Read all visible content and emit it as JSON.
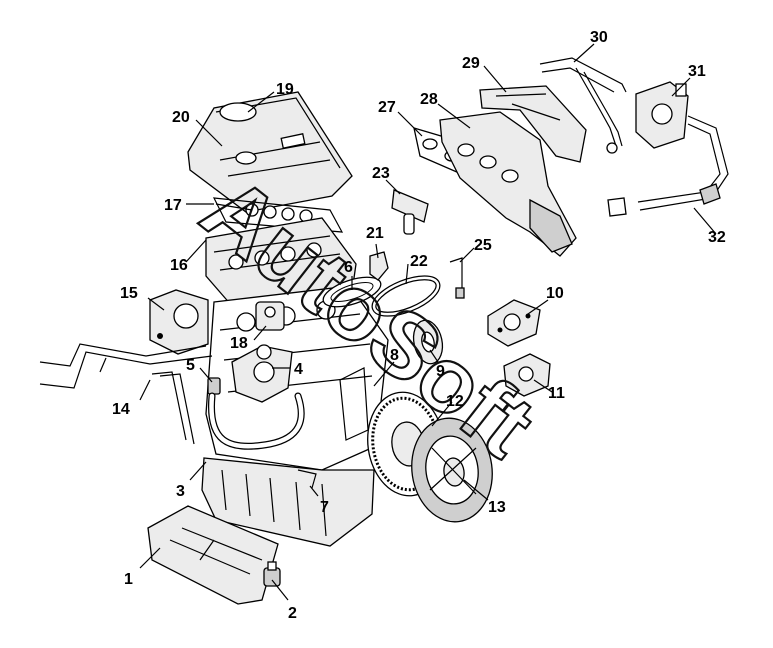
{
  "watermark": "AutoSoft",
  "callouts": [
    "1",
    "2",
    "3",
    "4",
    "5",
    "6",
    "7",
    "8",
    "9",
    "10",
    "11",
    "12",
    "13",
    "14",
    "15",
    "16",
    "17",
    "18",
    "19",
    "20",
    "21",
    "22",
    "23",
    "25",
    "27",
    "28",
    "29",
    "30",
    "31",
    "32"
  ]
}
